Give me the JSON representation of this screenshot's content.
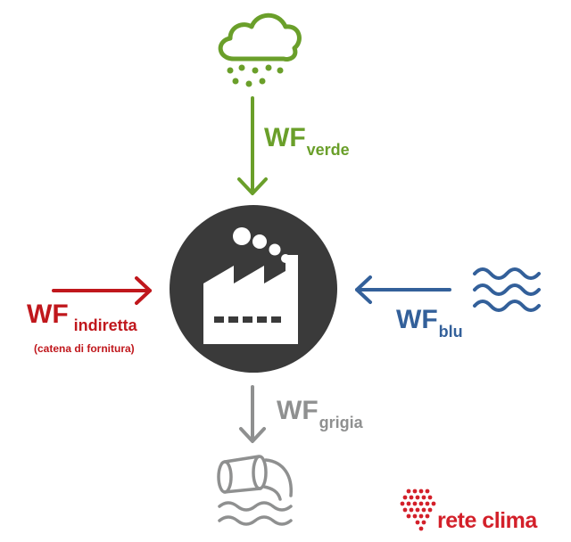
{
  "colors": {
    "verde": "#6a9f2a",
    "indiretta": "#c0171c",
    "blu": "#33609a",
    "grigia": "#8f9090",
    "factory": "#3a3a3a",
    "logo": "#d3202a"
  },
  "labels": {
    "verde": {
      "main": "WF",
      "sub": "verde"
    },
    "indiretta": {
      "main": "WF",
      "sub": "indiretta",
      "note": "(catena di fornitura)"
    },
    "blu": {
      "main": "WF",
      "sub": "blu"
    },
    "grigia": {
      "main": "WF",
      "sub": "grigia"
    }
  },
  "icons": [
    "rain-cloud-icon",
    "factory-icon",
    "water-waves-icon",
    "discharge-pipe-icon",
    "rete-clima-logo-icon"
  ],
  "logo": {
    "text": "rete clima"
  }
}
